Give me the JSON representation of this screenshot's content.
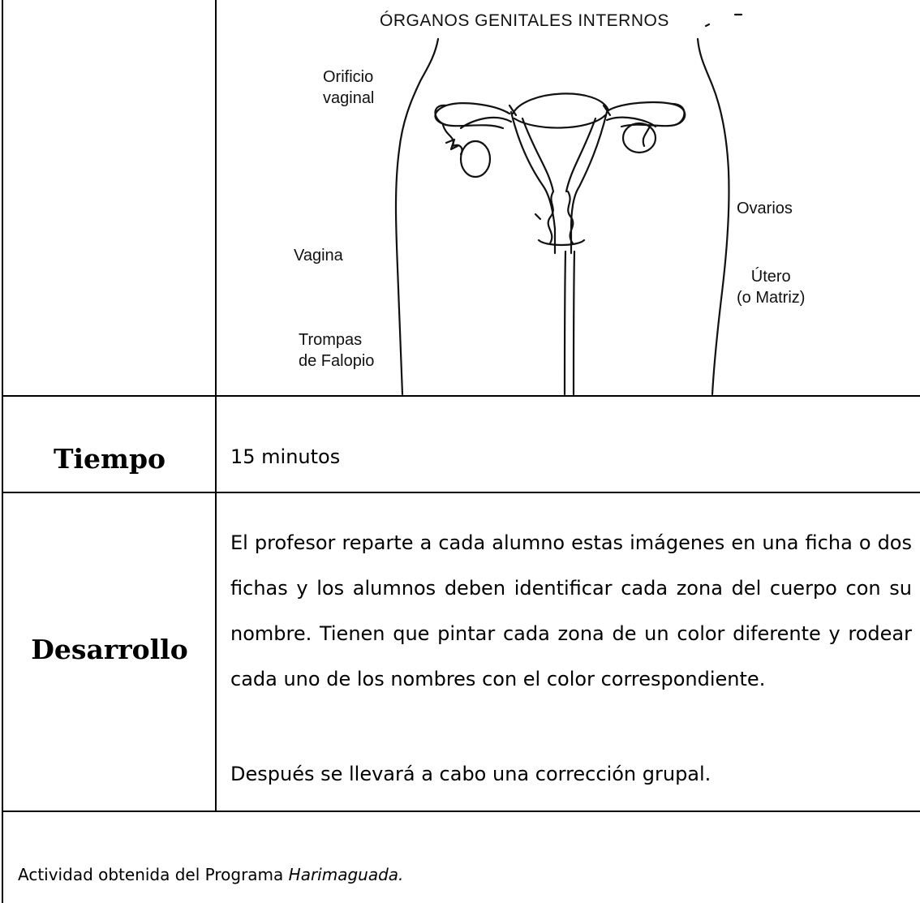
{
  "diagram": {
    "title": "ÓRGANOS GENITALES INTERNOS",
    "labels": {
      "orificio_1": "Orificio",
      "orificio_2": "vaginal",
      "vagina": "Vagina",
      "trompas_1": "Trompas",
      "trompas_2": "de Falopio",
      "ovarios": "Ovarios",
      "utero_1": "Útero",
      "utero_2": "(o Matriz)"
    }
  },
  "tiempo": {
    "label": "Tiempo",
    "value": "15 minutos"
  },
  "desarrollo": {
    "label": "Desarrollo",
    "paragraph_1": "El profesor reparte a cada alumno estas imágenes en una ficha o dos fichas y los alumnos deben identificar cada zona del cuerpo con su nombre. Tienen que pintar cada zona de un color diferente y rodear cada uno de los nombres con el color correspondiente.",
    "paragraph_2": "Después se llevará a cabo una corrección grupal."
  },
  "footer": {
    "prefix": "Actividad obtenida del Programa ",
    "program": "Harimaguada."
  }
}
